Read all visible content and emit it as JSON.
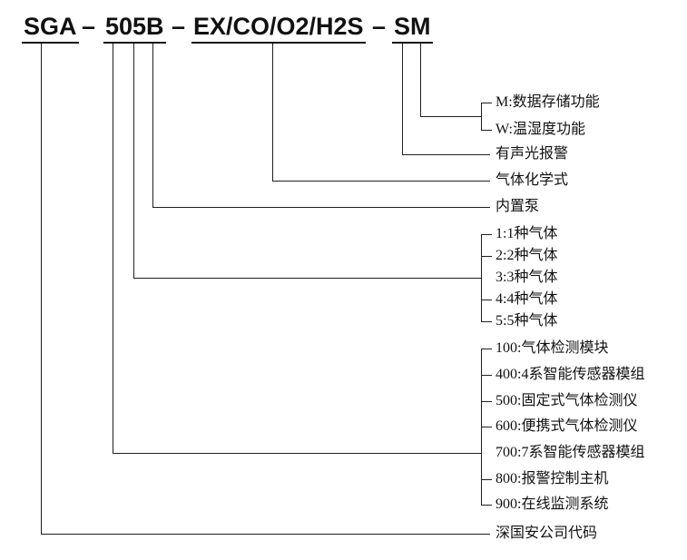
{
  "model_code": {
    "full": "SGA – 505B – EX/CO/O2/H2S – SM",
    "segments": [
      "SGA",
      "505B",
      "EX/CO/O2/H2S",
      "SM"
    ],
    "separator": "–"
  },
  "annotations": {
    "sm_suffix": [
      "M:数据存储功能",
      "W:温湿度功能"
    ],
    "alarm": "有声光报警",
    "gas_formula": "气体化学式",
    "builtin_pump": "内置泵",
    "gas_count": [
      "1:1种气体",
      "2:2种气体",
      "3:3种气体",
      "4:4种气体",
      "5:5种气体"
    ],
    "series": [
      "100:气体检测模块",
      "400:4系智能传感器模组",
      "500:固定式气体检测仪",
      "600:便携式气体检测仪",
      "700:7系智能传感器模组",
      "800:报警控制主机",
      "900:在线监测系统"
    ],
    "company_code": "深国安公司代码"
  },
  "colors": {
    "background": "#ffffff",
    "line": "#1f1f1f",
    "text": "#111111"
  }
}
